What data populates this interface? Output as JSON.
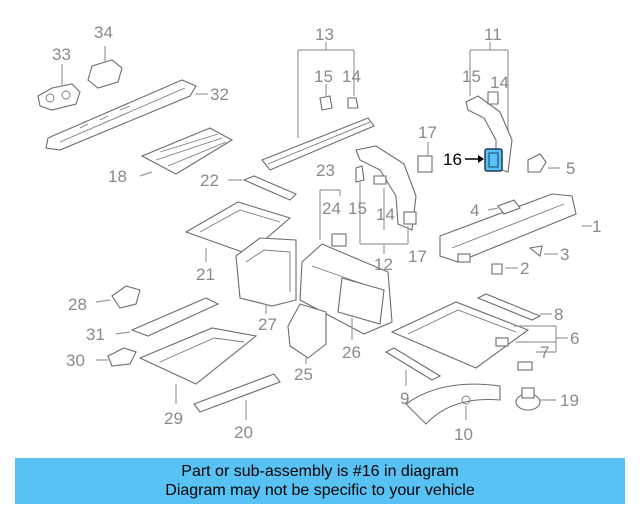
{
  "diagram": {
    "callouts": [
      "34",
      "33",
      "32",
      "13",
      "15",
      "14",
      "11",
      "15",
      "14",
      "17",
      "16",
      "5",
      "18",
      "22",
      "23",
      "24",
      "15",
      "14",
      "12",
      "17",
      "1",
      "4",
      "3",
      "2",
      "21",
      "27",
      "28",
      "31",
      "30",
      "29",
      "25",
      "26",
      "20",
      "8",
      "6",
      "7",
      "9",
      "10",
      "19"
    ],
    "highlighted": "16",
    "highlight_color": "#57c2f3"
  },
  "footer": {
    "line1": "Part or sub-assembly is #16 in diagram",
    "line2": "Diagram may not be specific to your vehicle",
    "background": "#57c2f3"
  }
}
